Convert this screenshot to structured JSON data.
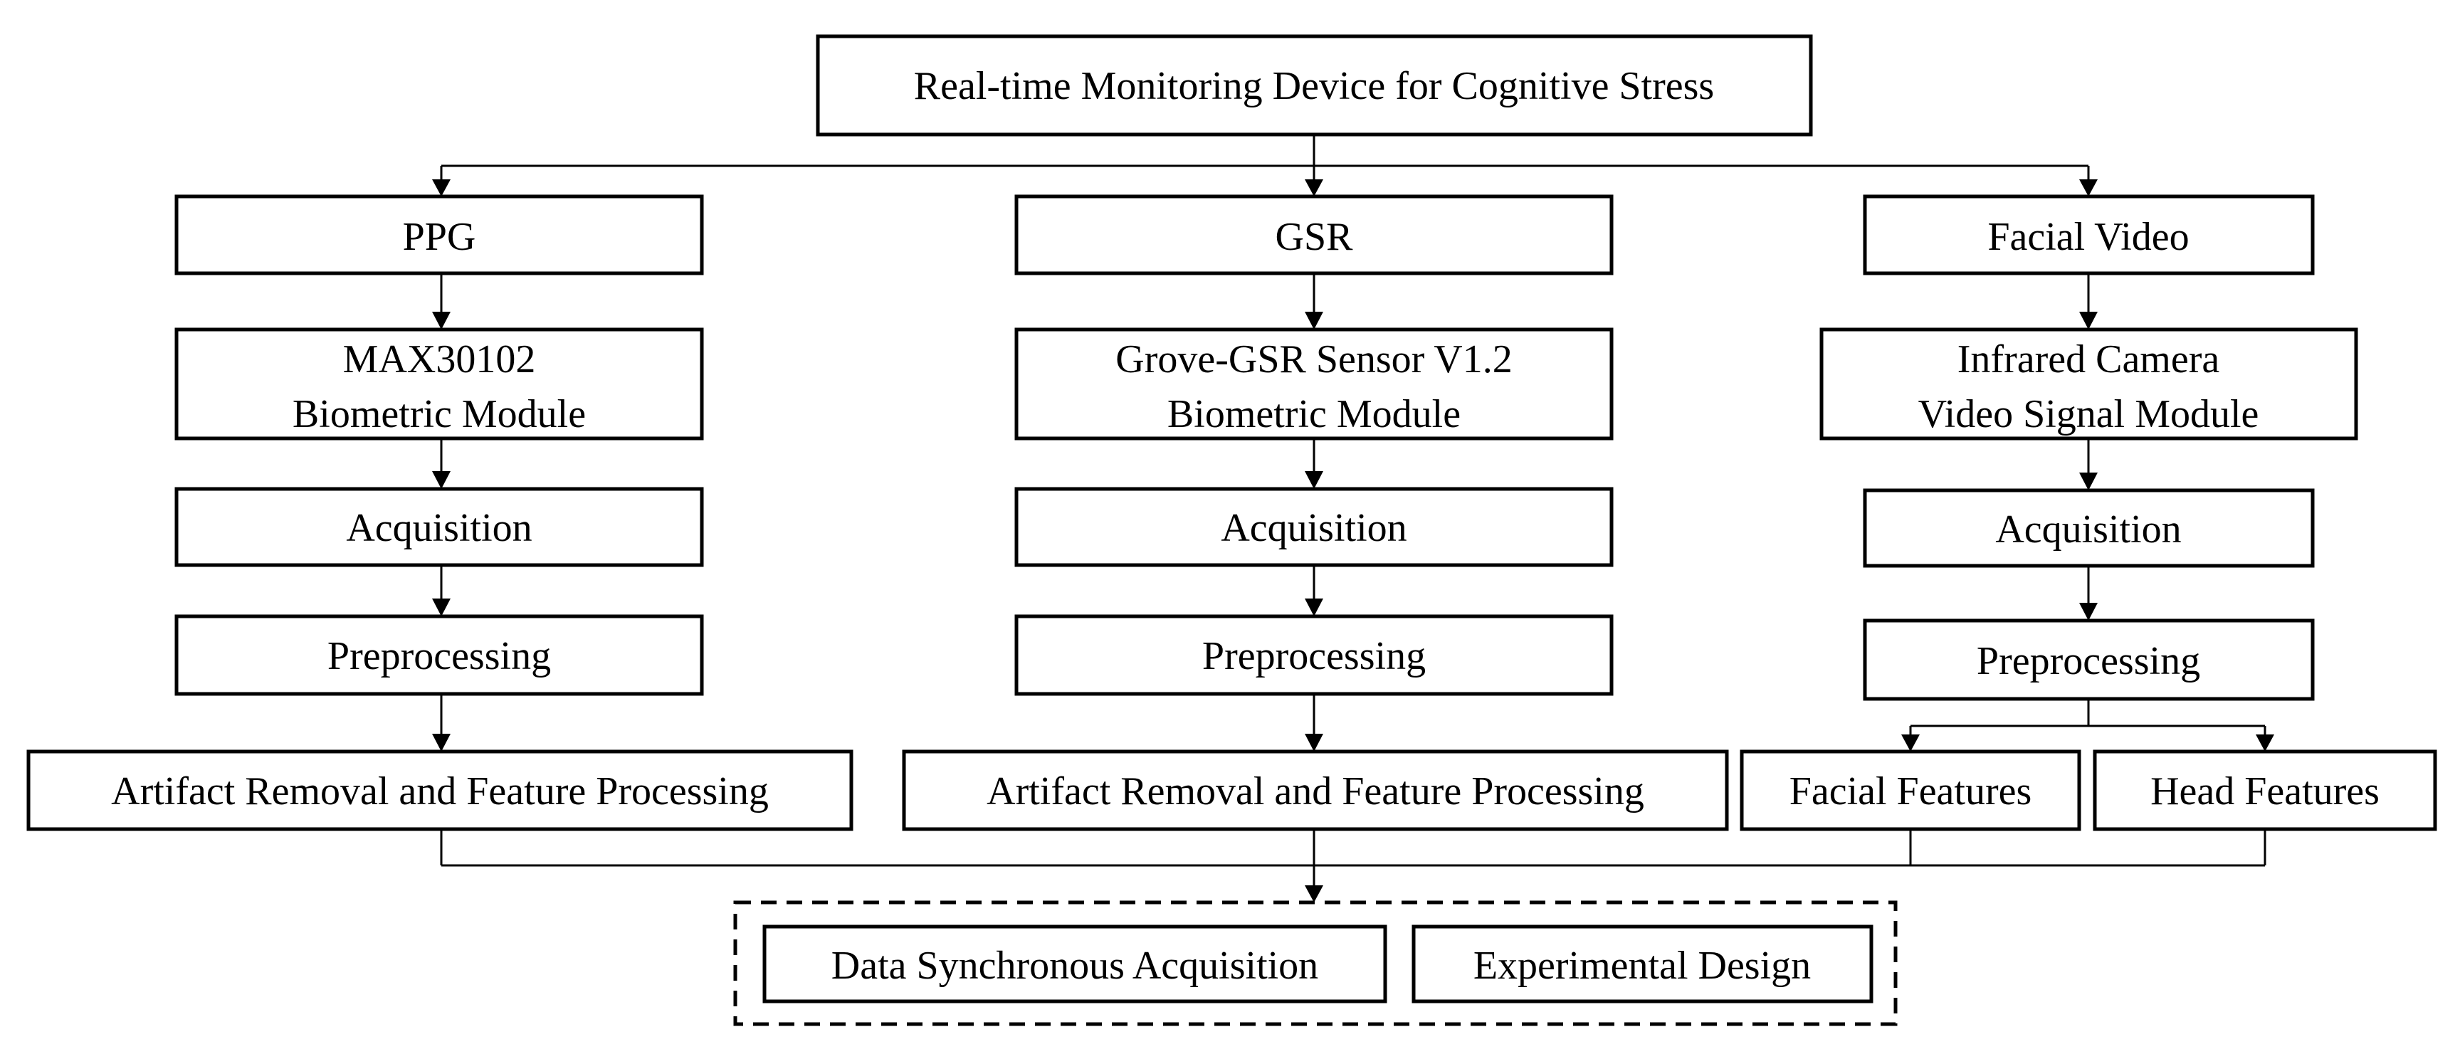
{
  "title": "Real-time Monitoring Device for Cognitive Stress",
  "columns": {
    "ppg": {
      "header": "PPG",
      "module_line1": "MAX30102",
      "module_line2": "Biometric Module",
      "acquisition": "Acquisition",
      "preprocessing": "Preprocessing",
      "processing": "Artifact Removal and Feature Processing"
    },
    "gsr": {
      "header": "GSR",
      "module_line1": "Grove-GSR Sensor V1.2",
      "module_line2": "Biometric Module",
      "acquisition": "Acquisition",
      "preprocessing": "Preprocessing",
      "processing": "Artifact Removal and Feature Processing"
    },
    "video": {
      "header": "Facial Video",
      "module_line1": "Infrared Camera",
      "module_line2": "Video Signal Module",
      "acquisition": "Acquisition",
      "preprocessing": "Preprocessing",
      "facial_features": "Facial Features",
      "head_features": "Head Features"
    }
  },
  "outputs": {
    "data_sync": "Data Synchronous Acquisition",
    "experimental_design": "Experimental Design"
  }
}
